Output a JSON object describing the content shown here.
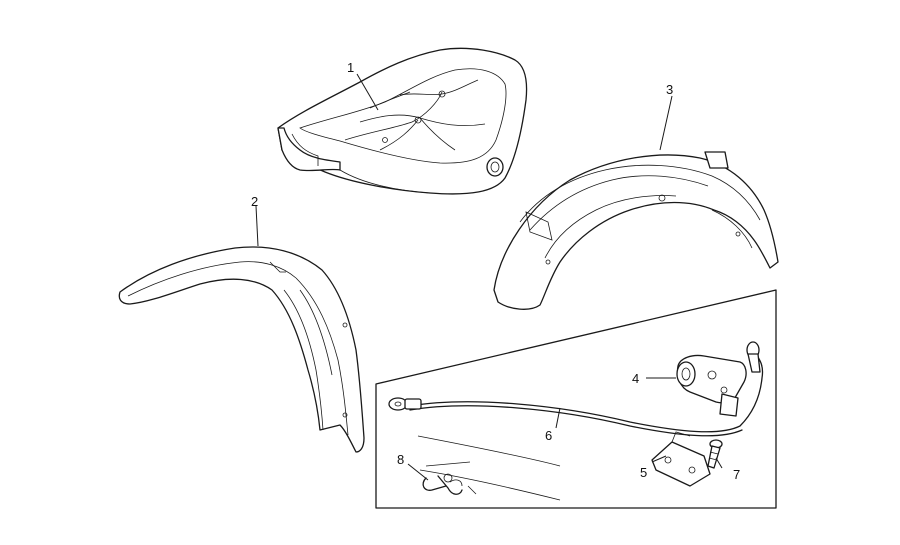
{
  "diagram": {
    "background": "#ffffff",
    "line_color": "#1a1a1a",
    "parts": [
      {
        "ref": "1",
        "name": "seat"
      },
      {
        "ref": "2",
        "name": "front-mudguard"
      },
      {
        "ref": "3",
        "name": "rear-mudguard"
      },
      {
        "ref": "4",
        "name": "lock"
      },
      {
        "ref": "5",
        "name": "bracket"
      },
      {
        "ref": "6",
        "name": "cable"
      },
      {
        "ref": "7",
        "name": "screw"
      },
      {
        "ref": "8",
        "name": "clip"
      }
    ]
  }
}
